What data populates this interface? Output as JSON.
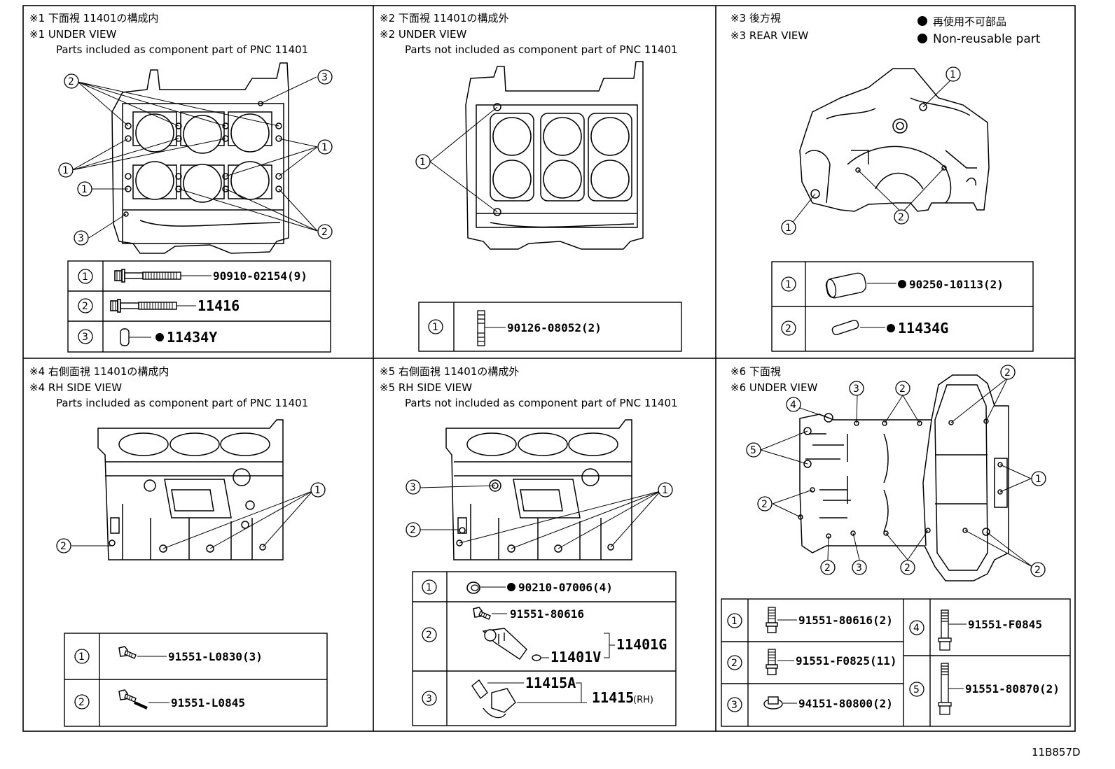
{
  "panels": {
    "p1": {
      "line1": "※1 下面視 11401の構成内",
      "line2": "※1 UNDER VIEW",
      "line3": "Parts included as component part of PNC 11401",
      "rows": [
        {
          "idx": "1",
          "part": "90910-02154(9)"
        },
        {
          "idx": "2",
          "part": "11416"
        },
        {
          "idx": "3",
          "part": "11434Y"
        }
      ]
    },
    "p2": {
      "line1": "※2 下面視 11401の構成外",
      "line2": "※2 UNDER VIEW",
      "line3": "Parts not included as component part of PNC 11401",
      "rows": [
        {
          "idx": "1",
          "part": "90126-08052(2)"
        }
      ]
    },
    "p3": {
      "line1": "※3 後方視",
      "line2": "※3 REAR VIEW",
      "legend1": "再使用不可部品",
      "legend2": "Non-reusable part",
      "rows": [
        {
          "idx": "1",
          "part": "90250-10113(2)"
        },
        {
          "idx": "2",
          "part": "11434G"
        }
      ]
    },
    "p4": {
      "line1": "※4 右側面視 11401の構成内",
      "line2": "※4 RH SIDE VIEW",
      "line3": "Parts included as component part of PNC 11401",
      "rows": [
        {
          "idx": "1",
          "part": "91551-L0830(3)"
        },
        {
          "idx": "2",
          "part": "91551-L0845"
        }
      ]
    },
    "p5": {
      "line1": "※5 右側面視 11401の構成外",
      "line2": "※5 RH SIDE VIEW",
      "line3": "Parts not included as component part of PNC 11401",
      "rows": [
        {
          "idx": "1",
          "part": "90210-07006(4)"
        },
        {
          "idx": "2",
          "part_a": "91551-80616",
          "part_b": "11401V",
          "part_c": "11401G"
        },
        {
          "idx": "3",
          "part_a": "11415A",
          "part_b": "11415",
          "suffix": "(RH)"
        }
      ]
    },
    "p6": {
      "line1": "※6 下面視",
      "line2": "※6 UNDER VIEW",
      "rows": [
        {
          "idx": "1",
          "part": "91551-80616(2)"
        },
        {
          "idx": "2",
          "part": "91551-F0825(11)"
        },
        {
          "idx": "3",
          "part": "94151-80800(2)"
        },
        {
          "idx": "4",
          "part": "91551-F0845"
        },
        {
          "idx": "5",
          "part": "91551-80870(2)"
        }
      ]
    }
  },
  "footer_code": "11B857D",
  "colors": {
    "ink": "#000000",
    "paper": "#ffffff"
  }
}
